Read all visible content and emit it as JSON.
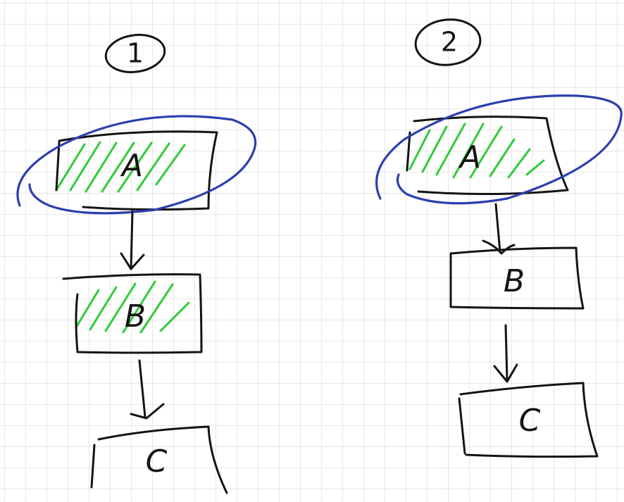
{
  "diagrams": [
    {
      "number": "1",
      "nodes": [
        {
          "label": "A",
          "hatched": true,
          "circled": true
        },
        {
          "label": "B",
          "hatched": true,
          "circled": false
        },
        {
          "label": "C",
          "hatched": false,
          "circled": false
        }
      ],
      "edges": [
        [
          "A",
          "B"
        ],
        [
          "B",
          "C"
        ]
      ]
    },
    {
      "number": "2",
      "nodes": [
        {
          "label": "A",
          "hatched": true,
          "circled": true
        },
        {
          "label": "B",
          "hatched": false,
          "circled": false
        },
        {
          "label": "C",
          "hatched": false,
          "circled": false
        }
      ],
      "edges": [
        [
          "A",
          "B"
        ],
        [
          "B",
          "C"
        ]
      ]
    }
  ],
  "colors": {
    "ink": "#141414",
    "hatch": "#2fcc3a",
    "lasso": "#2c3fae",
    "grid": "#e6e6ec"
  }
}
